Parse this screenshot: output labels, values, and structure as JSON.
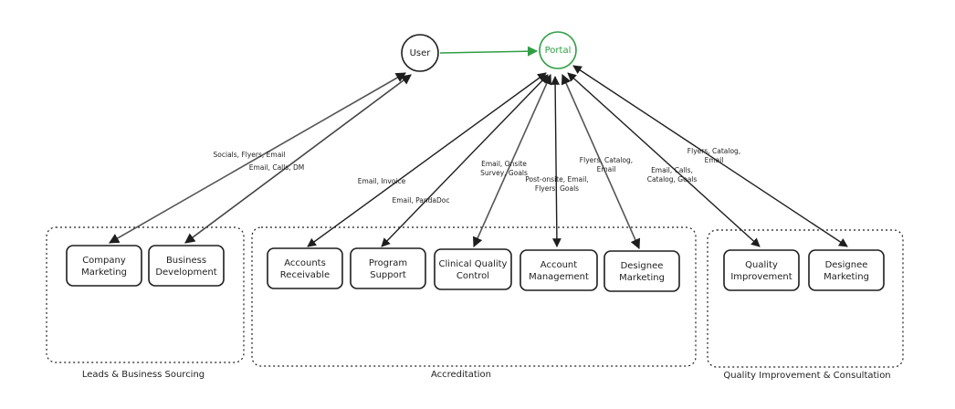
{
  "nodes": {
    "user": "User",
    "portal": "Portal",
    "company_marketing": [
      "Company",
      "Marketing"
    ],
    "business_development": [
      "Business",
      "Development"
    ],
    "accounts_receivable": [
      "Accounts",
      "Receivable"
    ],
    "program_support": [
      "Program",
      "Support"
    ],
    "clinical_quality_control": [
      "Clinical Quality",
      "Control"
    ],
    "account_management": [
      "Account",
      "Management"
    ],
    "designee_marketing_accreditation": [
      "Designee",
      "Marketing"
    ],
    "quality_improvement": [
      "Quality",
      "Improvement"
    ],
    "designee_marketing_qi": [
      "Designee",
      "Marketing"
    ]
  },
  "groups": {
    "leads": "Leads & Business Sourcing",
    "accreditation": "Accreditation",
    "qi": "Quality Improvement & Consultation"
  },
  "edges": {
    "company_marketing": [
      "Socials, Flyers, Email"
    ],
    "business_development": [
      "Email, Calls, DM"
    ],
    "accounts_receivable": [
      "Email, Invoice"
    ],
    "program_support": [
      "Email, PandaDoc"
    ],
    "clinical_quality_control": [
      "Email, Onsite",
      "Survey, Goals"
    ],
    "account_management": [
      "Post-onsite, Email,",
      "Flyers, Goals"
    ],
    "designee_marketing_accreditation": [
      "Flyers, Catalog,",
      "Email"
    ],
    "quality_improvement": [
      "Email, Calls,",
      "Catalog, Goals"
    ],
    "designee_marketing_qi": [
      "Flyers, Catalog,",
      "Email"
    ]
  },
  "colors": {
    "stroke": "#1e1e1e",
    "portal": "#2f9e44",
    "edge_gray": "#555555"
  }
}
